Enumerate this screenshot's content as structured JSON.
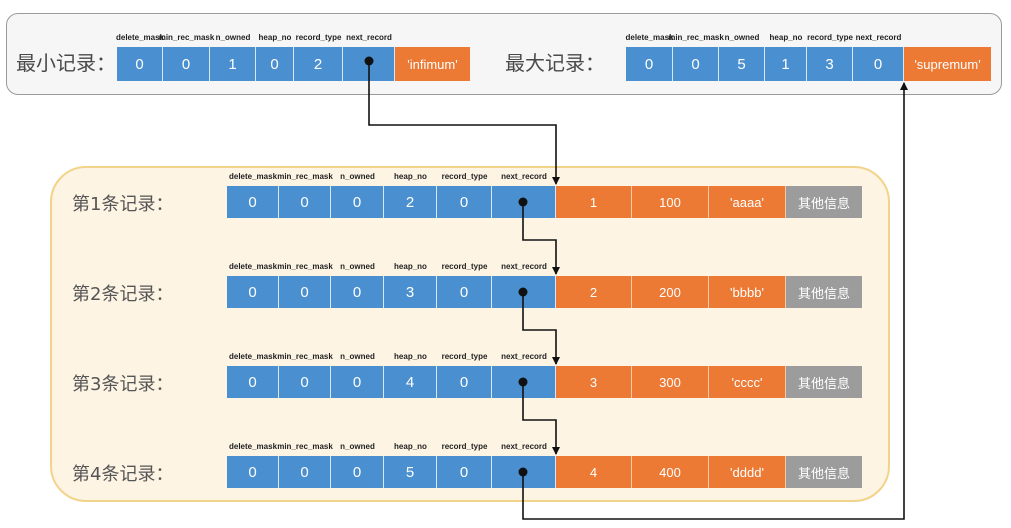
{
  "top": {
    "min_label": "最小记录：",
    "max_label": "最大记录：",
    "min_headers": [
      "delete_mask",
      "min_rec_mask",
      "n_owned",
      "heap_no",
      "record_type",
      "next_record"
    ],
    "min_values": [
      "0",
      "0",
      "1",
      "0",
      "2",
      ""
    ],
    "min_data": "'infimum'",
    "max_headers": [
      "delete_mask",
      "min_rec_mask",
      "n_owned",
      "heap_no",
      "record_type",
      "next_record"
    ],
    "max_values": [
      "0",
      "0",
      "5",
      "1",
      "3",
      "0"
    ],
    "max_data": "'supremum'"
  },
  "records": {
    "headers": [
      "delete_mask",
      "min_rec_mask",
      "n_owned",
      "heap_no",
      "record_type",
      "next_record"
    ],
    "rows": [
      {
        "label": "第1条记录：",
        "values": [
          "0",
          "0",
          "0",
          "2",
          "0",
          ""
        ],
        "data": [
          "1",
          "100",
          "'aaaa'",
          "其他信息"
        ]
      },
      {
        "label": "第2条记录：",
        "values": [
          "0",
          "0",
          "0",
          "3",
          "0",
          ""
        ],
        "data": [
          "2",
          "200",
          "'bbbb'",
          "其他信息"
        ]
      },
      {
        "label": "第3条记录：",
        "values": [
          "0",
          "0",
          "0",
          "4",
          "0",
          ""
        ],
        "data": [
          "3",
          "300",
          "'cccc'",
          "其他信息"
        ]
      },
      {
        "label": "第4条记录：",
        "values": [
          "0",
          "0",
          "0",
          "5",
          "0",
          ""
        ],
        "data": [
          "4",
          "400",
          "'dddd'",
          "其他信息"
        ]
      }
    ]
  },
  "colors": {
    "header_blue": "#4a90d0",
    "data_orange": "#ec7a34",
    "other_gray": "#9c9c9c",
    "records_panel": "#fdf4e4"
  }
}
